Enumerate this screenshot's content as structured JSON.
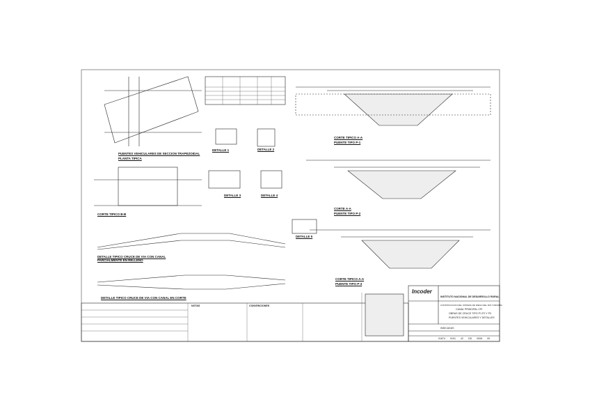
{
  "views": {
    "planta": "PUENTES VEHICULARES DE SECCION TRAPEZOIDAL",
    "planta_sub": "PLANTA TIPICA",
    "detalle1": "DETALLE 1",
    "detalle2": "DETALLE 2",
    "detalle3": "DETALLE 3",
    "detalle4": "DETALLE 4",
    "detalle5": "DETALLE 5",
    "corte_bb": "CORTE TIPICO  B-B",
    "cruce1": "DETALLE TIPICO CRUCE DE VIA CON CANAL PARCIALMENTE EN RELLENO",
    "cruce2": "DETALLE TIPICO CRUCE DE VIA CON CANAL EN CORTE",
    "corte_p1": "CORTE TIPICO A-A",
    "corte_p1_sub": "PUENTE TIPO P-1",
    "corte_p2": "CORTE A-A",
    "corte_p2_sub": "PUENTE TIPO P-2",
    "corte_p3": "CORTE TIPICO A-A",
    "corte_p3_sub": "PUENTE TIPO P-3"
  },
  "title_block": {
    "logo": "Incoder",
    "institute": "INSTITUTO NACIONAL DE DESARROLLO RURAL",
    "project": "CONSTRUCCION DEL SISTEMA DE RIEGO DEL RIO TURUMBA",
    "line1": "CANAL PRINCIPAL CPI",
    "line2": "OBRAS DE CRUCE TIPO P1 P2 Y P3",
    "line3": "PUENTES VEHICULARES Y DETALLES",
    "scale": "INDICADAS",
    "codes": [
      "01874",
      "9191",
      "42",
      "DD",
      "0006",
      "00"
    ]
  },
  "notes_title": "NOTAS",
  "legend_title": "CONVENCIONES"
}
